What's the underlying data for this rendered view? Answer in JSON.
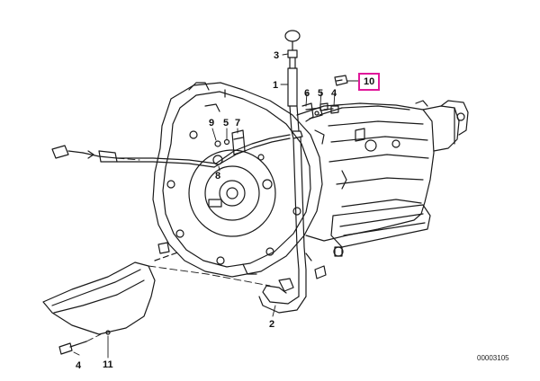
{
  "callouts": [
    {
      "id": "1",
      "label": "1"
    },
    {
      "id": "2",
      "label": "2"
    },
    {
      "id": "3",
      "label": "3"
    },
    {
      "id": "4a",
      "label": "4"
    },
    {
      "id": "4b",
      "label": "4"
    },
    {
      "id": "5a",
      "label": "5"
    },
    {
      "id": "5b",
      "label": "5"
    },
    {
      "id": "6",
      "label": "6"
    },
    {
      "id": "7",
      "label": "7"
    },
    {
      "id": "8",
      "label": "8"
    },
    {
      "id": "9",
      "label": "9"
    },
    {
      "id": "10",
      "label": "10",
      "highlighted": true
    },
    {
      "id": "11",
      "label": "11"
    }
  ],
  "catalog_number": "00003105",
  "colors": {
    "line": "#1a1a1a",
    "highlight_box": "#e0189a",
    "background": "#ffffff"
  }
}
